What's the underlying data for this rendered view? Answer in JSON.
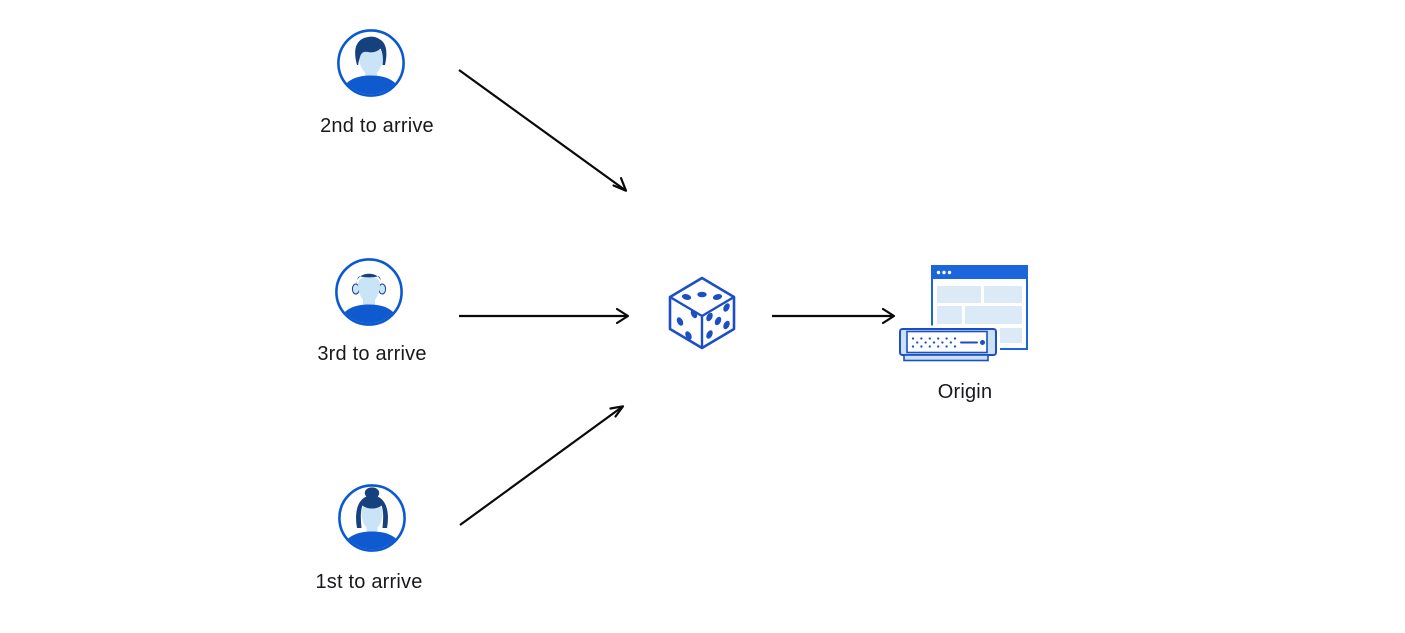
{
  "colors": {
    "arrow": "#0a0a0a",
    "text": "#17191c",
    "blue-primary": "#1c4fc5",
    "blue-bar": "#1b66dc",
    "blue-light-block": "#dceaf8",
    "blue-pale": "#cbe2f6",
    "avatar-ring": "#0a59d1",
    "avatar-face": "#c9e3f7",
    "avatar-hair": "#16417f",
    "avatar-shirt": "#0f5ace"
  },
  "nodes": {
    "user_second": {
      "label": "2nd to arrive",
      "icon": "male-avatar-icon"
    },
    "user_third": {
      "label": "3rd to arrive",
      "icon": "male-avatar-icon"
    },
    "user_first": {
      "label": "1st to arrive",
      "icon": "female-avatar-icon"
    },
    "balancer": {
      "icon": "dice-icon"
    },
    "origin": {
      "label": "Origin",
      "icon": "origin-server-icon"
    }
  },
  "connections": [
    {
      "from": "user_second",
      "to": "balancer"
    },
    {
      "from": "user_third",
      "to": "balancer"
    },
    {
      "from": "user_first",
      "to": "balancer"
    },
    {
      "from": "balancer",
      "to": "origin"
    }
  ]
}
